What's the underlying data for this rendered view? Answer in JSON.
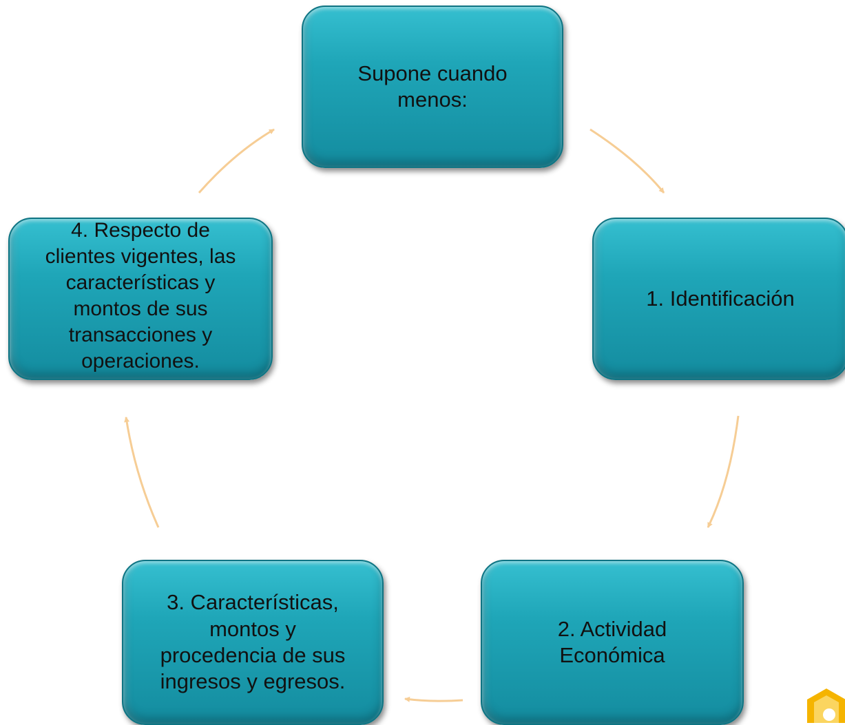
{
  "diagram": {
    "nodes": [
      {
        "id": "start",
        "label": "Supone cuando\nmenos:"
      },
      {
        "id": "step1",
        "label": "1. Identificación"
      },
      {
        "id": "step2",
        "label": "2. Actividad\nEconómica"
      },
      {
        "id": "step3",
        "label": "3. Características,\nmontos y\nprocedencia de sus\ningresos y egresos."
      },
      {
        "id": "step4",
        "label": "4. Respecto de\nclientes vigentes, las\ncaracterísticas y\nmontos de sus\ntransacciones y\noperaciones."
      }
    ],
    "edges": [
      {
        "from": "start",
        "to": "step1"
      },
      {
        "from": "step1",
        "to": "step2"
      },
      {
        "from": "step2",
        "to": "step3"
      },
      {
        "from": "step3",
        "to": "step4"
      },
      {
        "from": "step4",
        "to": "start"
      }
    ],
    "colors": {
      "node_fill": "#1fa6b8",
      "node_border": "#0e7483",
      "arrow": "#f6cd95",
      "logo": "#f5b400"
    }
  }
}
